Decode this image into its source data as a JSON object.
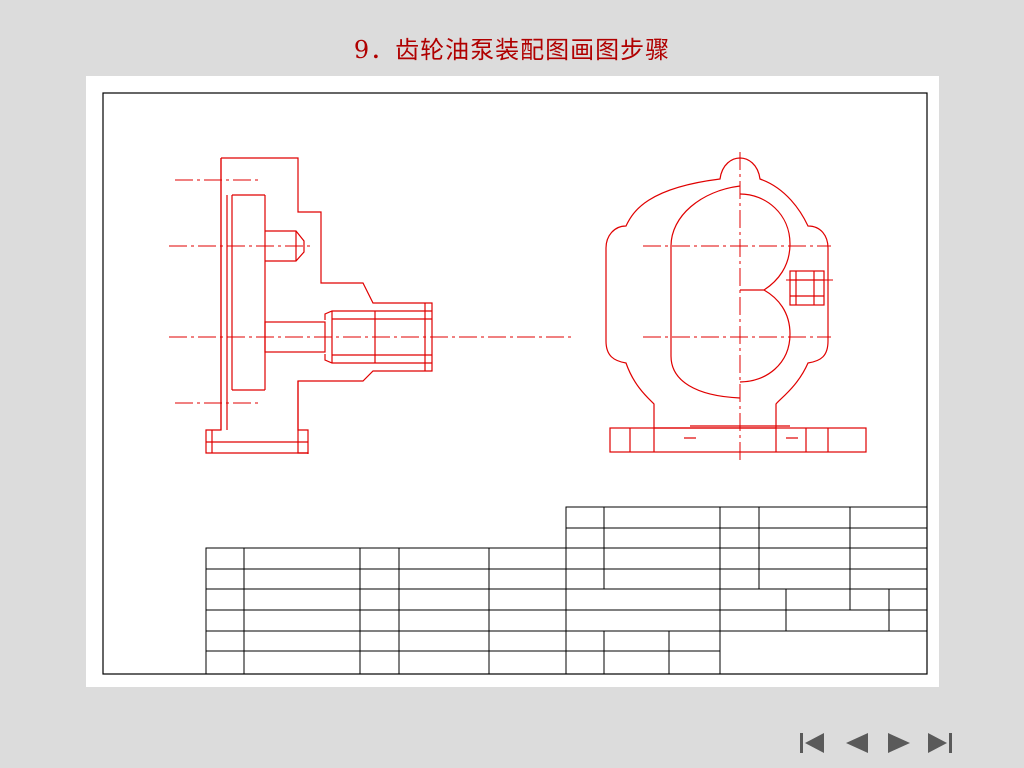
{
  "slide": {
    "title": "9．齿轮油泵装配图画图步骤"
  },
  "colors": {
    "background": "#dcdcdc",
    "panel": "#ffffff",
    "drawing_lines": "#e00000",
    "frame_lines": "#000000",
    "title_text": "#b00000",
    "nav_icons": "#5a5a5a"
  },
  "navigation": {
    "buttons": [
      {
        "name": "first-slide-button",
        "icon": "skip-to-start-icon"
      },
      {
        "name": "previous-slide-button",
        "icon": "triangle-left-icon"
      },
      {
        "name": "next-slide-button",
        "icon": "triangle-right-icon"
      },
      {
        "name": "last-slide-button",
        "icon": "skip-to-end-icon"
      }
    ]
  }
}
